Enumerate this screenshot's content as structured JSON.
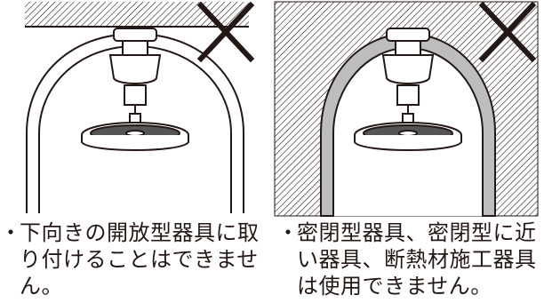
{
  "warnings": [
    {
      "bullet": "・",
      "text": "下向きの開放型器具に取り付けることはできません。",
      "symbol": "prohibited-x"
    },
    {
      "bullet": "・",
      "text": "密閉型器具、密閉型に近い器具、断熱材施工器具は使用できません。",
      "symbol": "prohibited-x"
    }
  ]
}
